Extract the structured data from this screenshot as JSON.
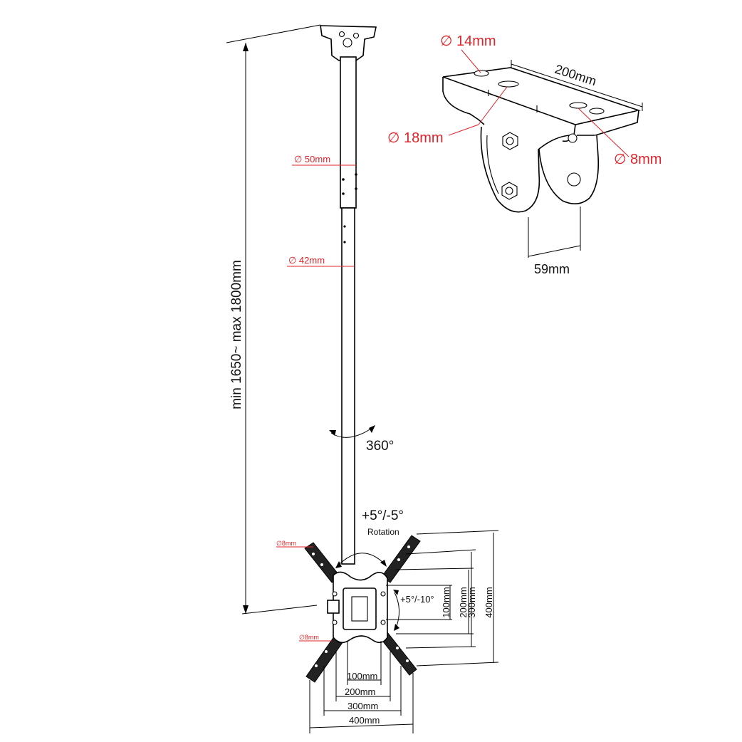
{
  "pole": {
    "height_label": "min 1650~ max 1800mm",
    "upper_diameter": "∅ 50mm",
    "lower_diameter": "∅ 42mm",
    "swivel_label": "360°"
  },
  "ceiling_plate": {
    "hole_large": "∅ 14mm",
    "hole_slot": "∅ 18mm",
    "hole_small": "∅ 8mm",
    "width": "200mm",
    "clamp_gap": "59mm"
  },
  "tv_bracket": {
    "rotation_value": "+5°/-5°",
    "rotation_label": "Rotation",
    "tilt_label": "+5°/-10°",
    "screw_top": "∅8mm",
    "screw_bottom": "∅8mm",
    "horizontal_spacings": [
      "100mm",
      "200mm",
      "300mm",
      "400mm"
    ],
    "vertical_spacings": [
      "100mm",
      "200mm",
      "300mm",
      "400mm"
    ]
  }
}
